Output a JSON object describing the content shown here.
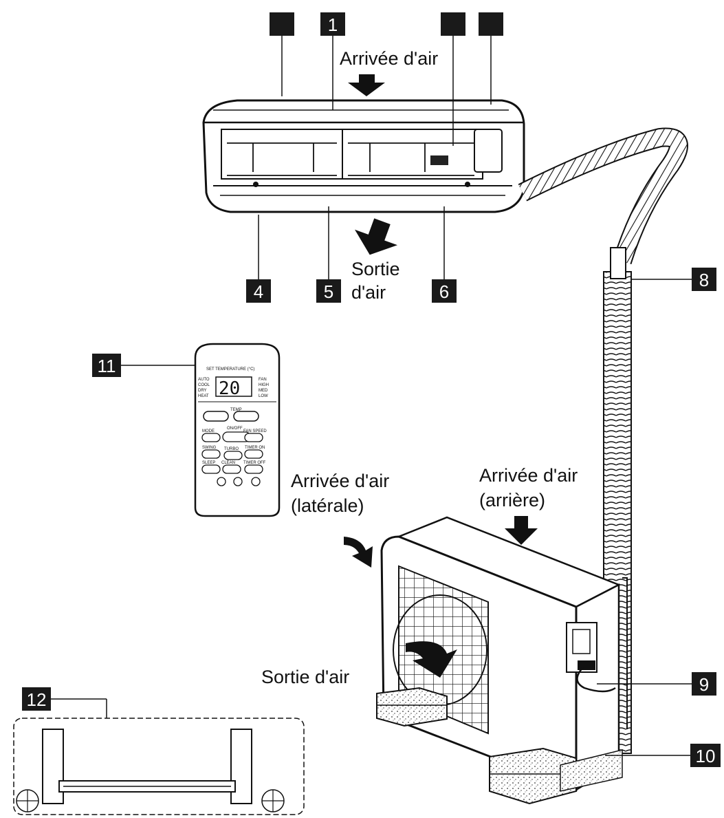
{
  "labels": {
    "air_in_top": "Arrivée d'air",
    "air_out_indoor_line1": "Sortie",
    "air_out_indoor_line2": "d'air",
    "air_in_side_line1": "Arrivée d'air",
    "air_in_side_line2": "(latérale)",
    "air_in_rear_line1": "Arrivée d'air",
    "air_in_rear_line2": "(arrière)",
    "air_out_outdoor": "Sortie d'air"
  },
  "callouts": [
    {
      "id": "blank-a",
      "text": ""
    },
    {
      "id": "c1",
      "text": "1"
    },
    {
      "id": "blank-b",
      "text": ""
    },
    {
      "id": "blank-c",
      "text": ""
    },
    {
      "id": "c4",
      "text": "4"
    },
    {
      "id": "c5",
      "text": "5"
    },
    {
      "id": "c6",
      "text": "6"
    },
    {
      "id": "c8",
      "text": "8"
    },
    {
      "id": "c9",
      "text": "9"
    },
    {
      "id": "c10",
      "text": "10"
    },
    {
      "id": "c11",
      "text": "11"
    },
    {
      "id": "c12",
      "text": "12"
    }
  ],
  "remote": {
    "header": "SET TEMPERATURE (°C)",
    "display": "20",
    "modes_left": [
      "AUTO",
      "COOL",
      "DRY",
      "HEAT"
    ],
    "modes_right": [
      "FAN",
      "HIGH",
      "MED",
      "LOW"
    ],
    "temp_label": "TEMP",
    "buttons": [
      "MODE",
      "ON/OFF",
      "FAN SPEED",
      "SWING",
      "TURBO",
      "TIMER ON",
      "SLEEP",
      "CLEAN",
      "TIMER OFF"
    ]
  },
  "colors": {
    "callout_bg": "#1a1a1a",
    "line": "#111111",
    "background": "#ffffff"
  }
}
